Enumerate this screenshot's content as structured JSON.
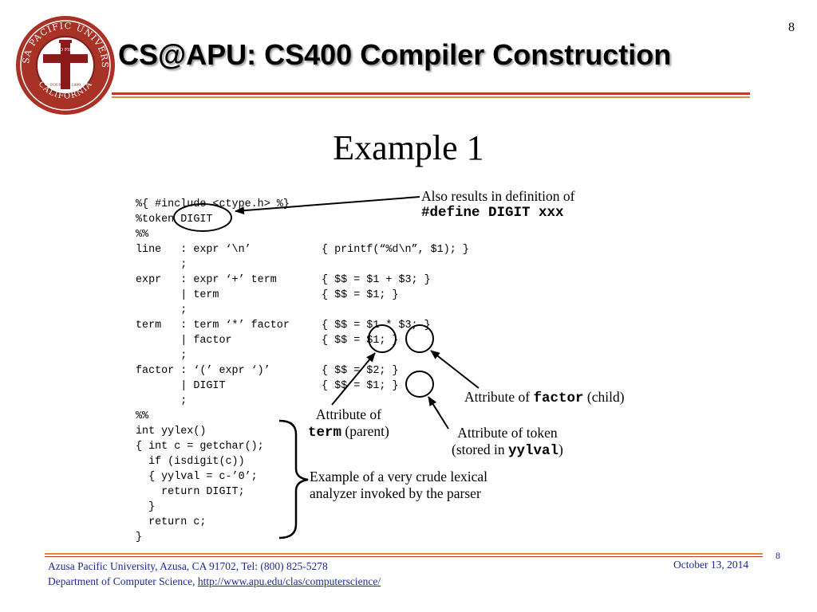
{
  "slide": {
    "page_number_top": "8",
    "title": "CS@APU: CS400 Compiler Construction",
    "subtitle": "Example 1"
  },
  "seal": {
    "text_top": "AZUSA PACIFIC UNIVERSITY",
    "text_bottom": "CALIFORNIA",
    "motto": "GOD FIRST",
    "founded": "FOUNDED 1899",
    "colors": {
      "ring": "#a93226",
      "cross": "#8b1a1a"
    }
  },
  "code": {
    "lines": [
      "%{ #include <ctype.h> %}",
      "%token DIGIT",
      "%%",
      "line   : expr ‘\\n’           { printf(“%d\\n”, $1); }",
      "       ;",
      "expr   : expr ‘+’ term       { $$ = $1 + $3; }",
      "       | term                { $$ = $1; }",
      "       ;",
      "term   : term ‘*’ factor     { $$ = $1 * $3; }",
      "       | factor              { $$ = $1; }",
      "       ;",
      "factor : ‘(’ expr ‘)’        { $$ = $2; }",
      "       | DIGIT               { $$ = $1; }",
      "       ;",
      "%%",
      "int yylex()",
      "{ int c = getchar();",
      "  if (isdigit(c))",
      "  { yylval = c-’0’;",
      "    return DIGIT;",
      "  }",
      "  return c;",
      "}"
    ]
  },
  "annotations": {
    "define": {
      "line1": "Also results in definition of",
      "line2_code": "#define DIGIT xxx"
    },
    "term": {
      "line1": "Attribute of",
      "code": "term",
      "rest": " (parent)"
    },
    "factor": {
      "prefix": "Attribute of ",
      "code": "factor",
      "suffix": " (child)"
    },
    "yylval": {
      "line1": "Attribute of token",
      "prefix": "(stored in ",
      "code": "yylval",
      "suffix": ")"
    },
    "lexer": {
      "line1": "Example of a very crude lexical",
      "line2": "analyzer invoked by the parser"
    }
  },
  "footer": {
    "line1": "Azusa Pacific University, Azusa, CA 91702, Tel:  (800) 825-5278",
    "line2_prefix": "Department of Computer Science, ",
    "link": "http://www.apu.edu/clas/computerscience/",
    "date": "October 13, 2014",
    "page_number": "8"
  }
}
